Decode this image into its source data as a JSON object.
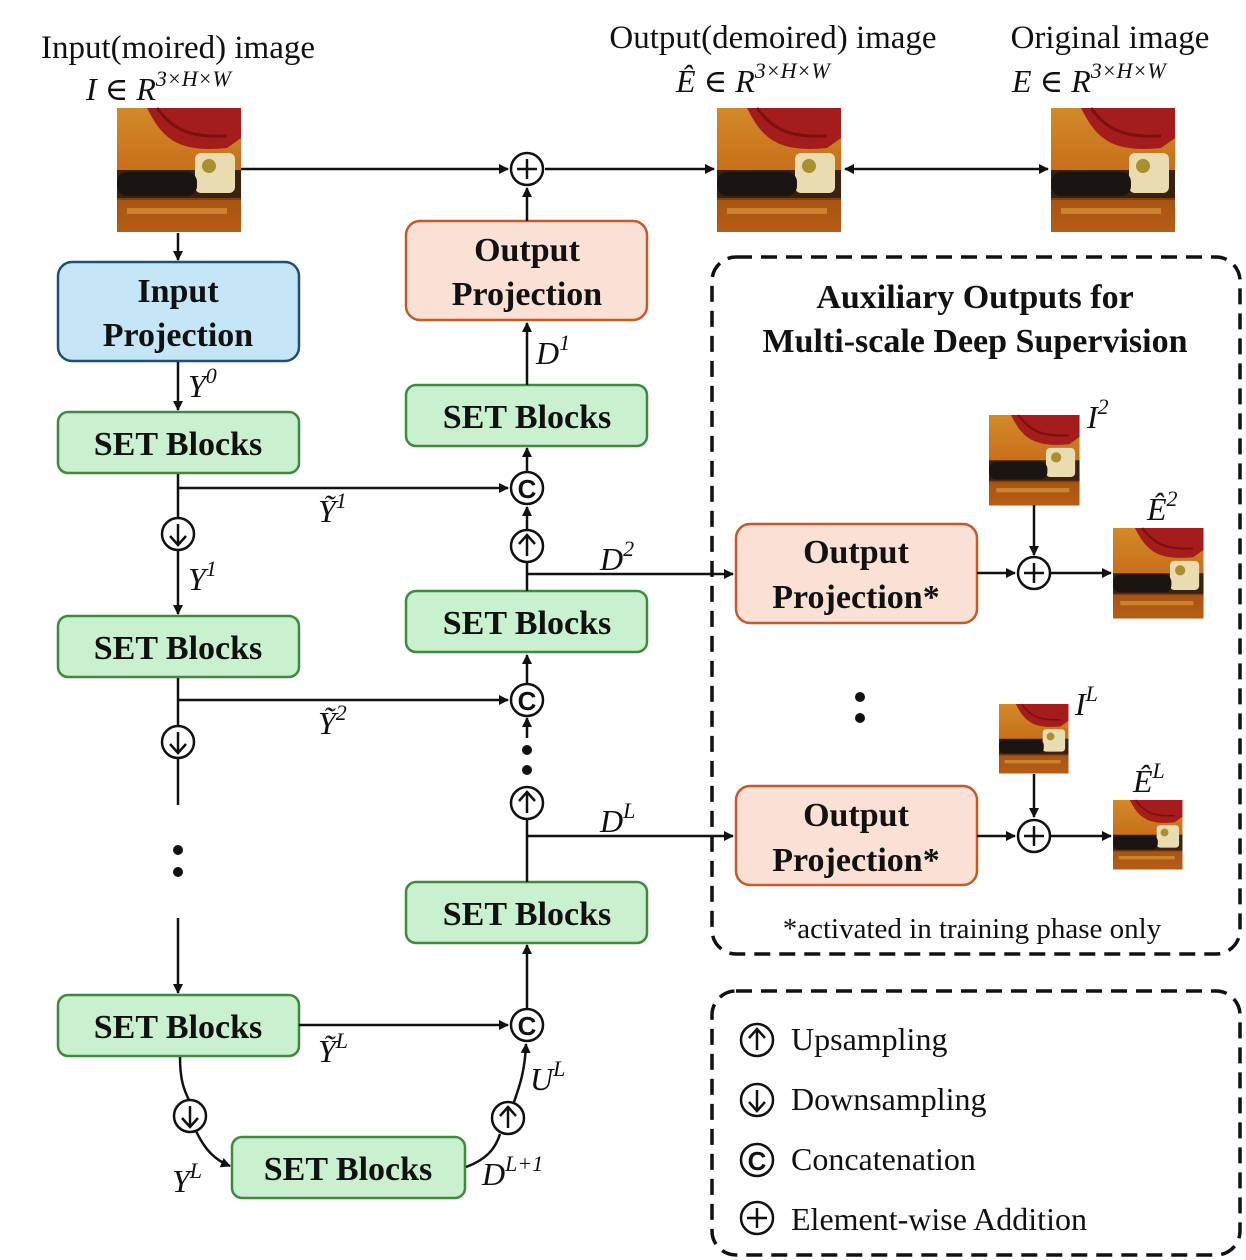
{
  "titles": {
    "input_title": "Input(moired) image",
    "input_math": "I ∈ R",
    "input_sup": "3×H×W",
    "output_title": "Output(demoired) image",
    "output_math": "Ê ∈ R",
    "output_sup": "3×H×W",
    "original_title": "Original image",
    "original_math": "E ∈ R",
    "original_sup": "3×H×W"
  },
  "boxes": {
    "input_projection": [
      "Input",
      "Projection"
    ],
    "output_projection": [
      "Output",
      "Projection"
    ],
    "output_projection_star": [
      "Output",
      "Projection*"
    ],
    "set_blocks": "SET Blocks"
  },
  "symbols": {
    "Y": "Y",
    "Ytilde": "Ỹ",
    "D": "D",
    "U": "U",
    "I": "I",
    "Ehat": "Ê",
    "sup_0": "0",
    "sup_1": "1",
    "sup_2": "2",
    "sup_L": "L",
    "sup_L1": "L+1",
    "concat_glyph": "C",
    "add_glyph": "+"
  },
  "aux": {
    "title_line1": "Auxiliary Outputs for",
    "title_line2": "Multi-scale Deep Supervision",
    "note": "*activated  in training phase only"
  },
  "legend": {
    "upsampling": "Upsampling",
    "downsampling": "Downsampling",
    "concatenation": "Concatenation",
    "addition": "Element-wise Addition"
  },
  "colors": {
    "input_projection_fill": "#c5e6f6",
    "input_projection_stroke": "#1f4e79",
    "output_projection_fill": "#fbe1d5",
    "output_projection_stroke": "#c55a28",
    "set_fill": "#c9f1cf",
    "set_stroke": "#3f8a3f"
  }
}
